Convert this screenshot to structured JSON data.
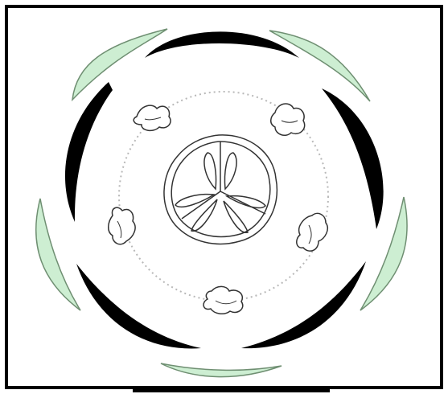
{
  "diagram": {
    "colors": {
      "background": "#ffffff",
      "frame": "#000000",
      "sepal_fill": "#cdeed2",
      "sepal_stroke": "#6f8f72",
      "petal_fill": "#000000",
      "dotted_ring": "#b8b8b8",
      "outline": "#333333"
    },
    "parts": {
      "sepals": 5,
      "petals": 5,
      "stamens": 5,
      "carpels": 3
    },
    "icons": {
      "sepal": "sepal-shape",
      "petal": "petal-shape",
      "anther": "anther-shape",
      "ovary": "ovary-cross-section"
    }
  }
}
